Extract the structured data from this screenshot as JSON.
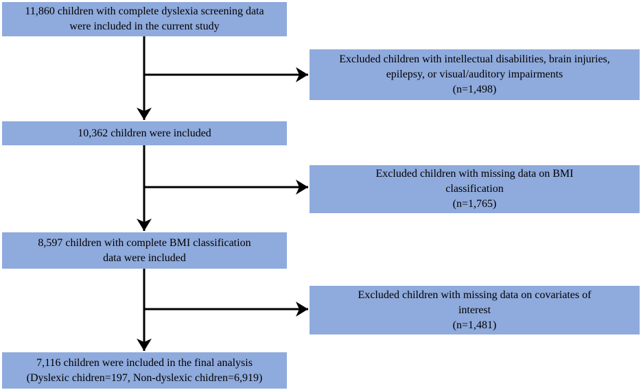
{
  "main_flow": [
    {
      "lines": [
        "11,860 children with complete dyslexia screening data",
        "were included in the current study"
      ]
    },
    {
      "lines": [
        "10,362 children were included"
      ]
    },
    {
      "lines": [
        "8,597 children with complete BMI classification",
        "data were included"
      ]
    },
    {
      "lines": [
        "7,116 children were included in the final analysis",
        "(Dyslexic chidren=197, Non-dyslexic chidren=6,919)"
      ]
    }
  ],
  "exclusions": [
    {
      "lines": [
        "Excluded children with intellectual disabilities, brain injuries,",
        "epilepsy, or visual/auditory impairments",
        "(n=1,498)"
      ]
    },
    {
      "lines": [
        "Excluded children with missing data  on BMI",
        "classification",
        "(n=1,765)"
      ]
    },
    {
      "lines": [
        "Excluded children with missing data on covariates of",
        "interest",
        "(n=1,481)"
      ]
    }
  ],
  "colors": {
    "box_fill": "#8faadc",
    "arrow": "#000000"
  }
}
